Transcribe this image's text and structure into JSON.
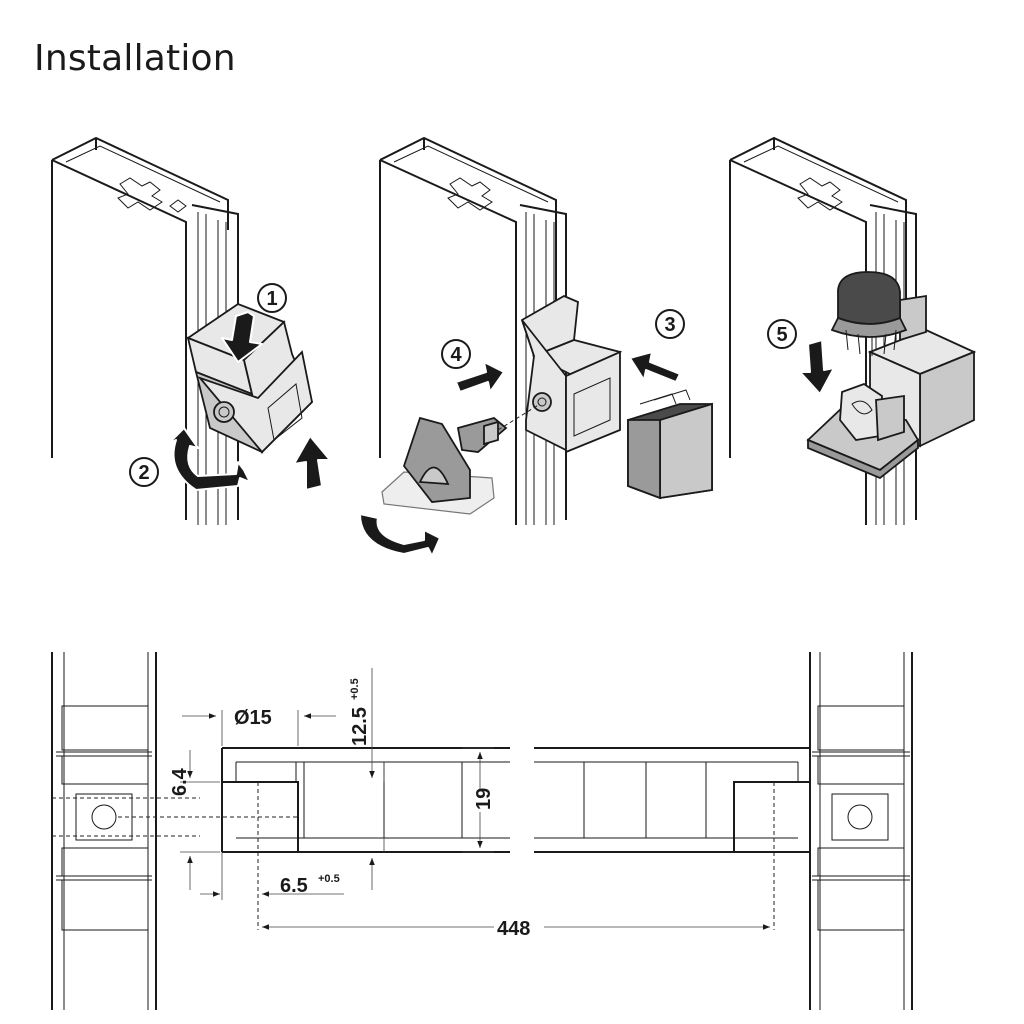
{
  "title": "Installation",
  "steps": [
    "1",
    "2",
    "3",
    "4",
    "5"
  ],
  "dimensions": {
    "diameter": "Ø15",
    "depth": "12.5",
    "depth_tol": "+0.5",
    "offset_vertical": "6.4",
    "height": "19",
    "offset_horizontal": "6.5",
    "offset_horizontal_tol": "+0.5",
    "length": "448"
  },
  "colors": {
    "line": "#1a1a1a",
    "part_light": "#e8e8e8",
    "part_mid": "#c9c9c9",
    "part_dark": "#9a9a9a",
    "part_black": "#4a4a4a"
  }
}
